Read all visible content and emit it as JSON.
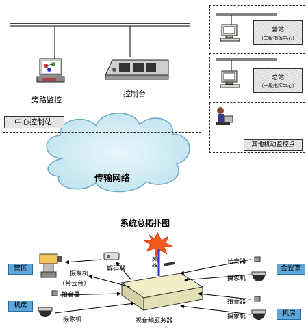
{
  "center": {
    "title": "中心控制站",
    "bypass_label": "旁路监控",
    "console_label": "控制台"
  },
  "sites": [
    {
      "name": "营站",
      "sub": "（二级指挥中心）"
    },
    {
      "name": "总站",
      "sub": "（一级指挥中心）"
    },
    {
      "name": "其他机动监控点",
      "sub": ""
    }
  ],
  "network": {
    "label": "传输网络"
  },
  "topology_title": "系统总拓扑图",
  "bottom": {
    "area_ying": "营区",
    "area_jifang_left": "机房",
    "area_meeting": "会议室",
    "area_jifang_right": "机房",
    "ptz_note": "（带云台）",
    "camera_left_top": "摄象机",
    "camera_left_bottom": "摄象机",
    "decoder": "解码器",
    "mic_left": "拾音器",
    "network_vertical": "网络",
    "server": "视音频服务器",
    "mic_right_top": "拾音器",
    "camera_right_top": "摄象机",
    "mic_right_bottom": "拾音器",
    "camera_right_bottom": "摄象机"
  }
}
